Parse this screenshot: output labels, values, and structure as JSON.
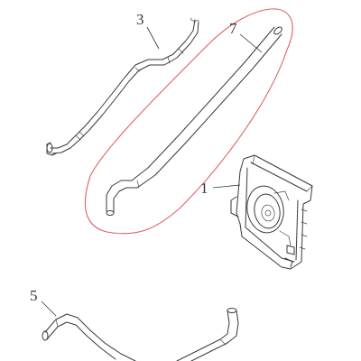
{
  "parts": [
    {
      "id": "1",
      "label": "1",
      "name": "radiator-fan-assembly"
    },
    {
      "id": "3",
      "label": "3",
      "name": "upper-hose"
    },
    {
      "id": "5",
      "label": "5",
      "name": "lower-hose"
    },
    {
      "id": "7",
      "label": "7",
      "name": "highlighted-hose"
    }
  ],
  "colors": {
    "line": "#3a3a3a",
    "highlight": "#e06060",
    "background": "#ffffff"
  }
}
